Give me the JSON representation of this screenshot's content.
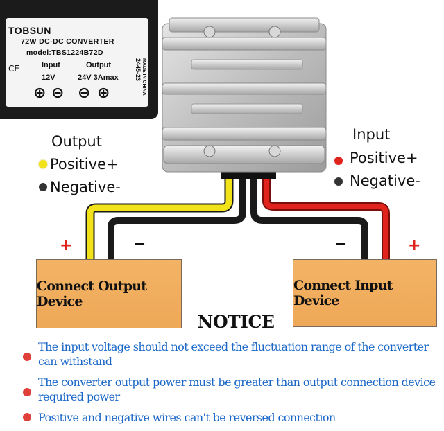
{
  "product_label": {
    "brand": "TOBSUN",
    "product": "72W DC-DC CONVERTER",
    "model": "model:TBS1224B72D",
    "input_heading": "Input",
    "output_heading": "Output",
    "input_voltage": "12V",
    "output_rating": "24V 3Amax",
    "ce_mark": "CE",
    "side_code": "2445-23",
    "made_in": "MADE IN CHINA"
  },
  "output_legend": {
    "title": "Output",
    "positive": "Positive+",
    "negative": "Negative-"
  },
  "input_legend": {
    "title": "Input",
    "positive": "Positive+",
    "negative": "Negative-"
  },
  "terminals": {
    "plus": "+",
    "minus": "−"
  },
  "devices": {
    "output": "Connect Output Device",
    "input": "Connect Input Device"
  },
  "notice": {
    "title": "NOTICE",
    "items": [
      "The input voltage  should not exceed the fluctuation range of the converter can withstand",
      "The converter output power must be  greater than output connection device required power",
      "Positive and negative wires can't be  reversed connection"
    ]
  },
  "colors": {
    "yellow_wire": "#f2e21a",
    "black_wire": "#1a1a1a",
    "red_wire": "#e0231c",
    "device_box": "#f1ad5f",
    "notice_text": "#1a67c8",
    "bullet": "#e0403a"
  }
}
